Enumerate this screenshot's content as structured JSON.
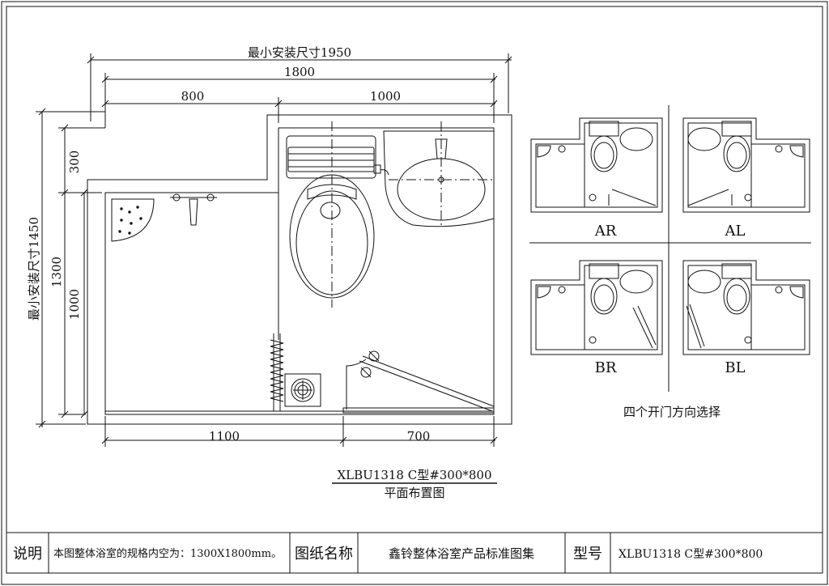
{
  "dimensions": {
    "min_install_width": "最小安装尺寸1950",
    "overall_width": "1800",
    "left_width": "800",
    "right_width": "1000",
    "upper_left_depth": "300",
    "overall_depth": "1300",
    "lower_depth": "1000",
    "min_install_depth": "最小安装尺寸1450",
    "bottom_left": "1100",
    "bottom_right": "700"
  },
  "plan": {
    "model_code": "XLBU1318 C型#300*800",
    "caption": "平面布置图"
  },
  "door_options": {
    "labels": [
      "AR",
      "AL",
      "BR",
      "BL"
    ],
    "caption": "四个开门方向选择"
  },
  "title_block": {
    "note_label": "说明",
    "note_text": "本图整体浴室的规格内空为：1300X1800mm。",
    "drawing_name_label": "图纸名称",
    "drawing_name": "鑫铃整体浴室产品标准图集",
    "model_label": "型号",
    "model_value": "XLBU1318 C型#300*800"
  },
  "colors": {
    "line": "#111111",
    "background": "#ffffff"
  }
}
